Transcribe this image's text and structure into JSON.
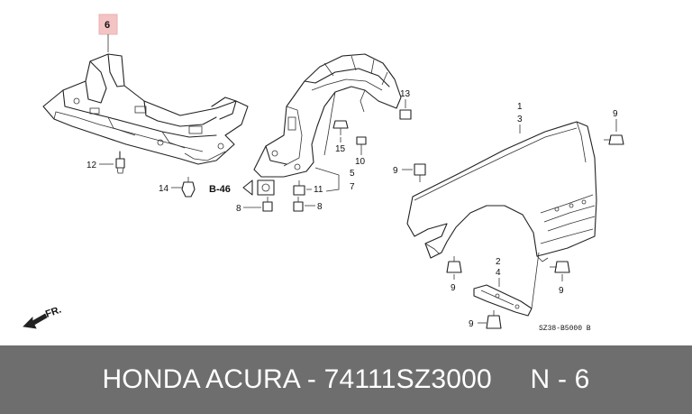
{
  "diagram": {
    "callouts": {
      "c1": "1",
      "c2": "2",
      "c3": "3",
      "c4": "4",
      "c5": "5",
      "c6": "6",
      "c7": "7",
      "c8a": "8",
      "c8b": "8",
      "c9a": "9",
      "c9b": "9",
      "c9c": "9",
      "c9d": "9",
      "c9e": "9",
      "c10": "10",
      "c11": "11",
      "c12": "12",
      "c13": "13",
      "c14": "14",
      "c15": "15"
    },
    "reference_label": "B-46",
    "front_label": "FR.",
    "drawing_code": "SZ38-B5000 B",
    "highlight_color": "#f4c4c4"
  },
  "footer": {
    "text": "HONDA ACURA - 74111SZ3000     N - 6",
    "background": "#6e6e6e"
  }
}
